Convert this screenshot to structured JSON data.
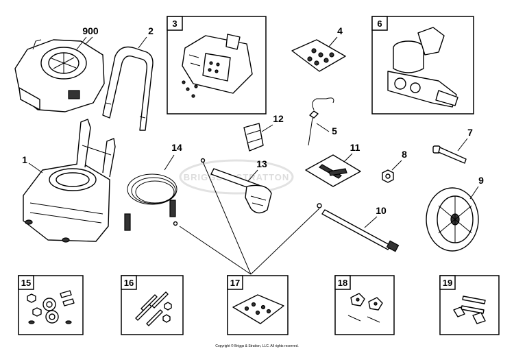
{
  "diagram": {
    "watermark": "BRIGGS & STRATTON",
    "copyright": "Copyright © Briggs & Stratton, LLC. All rights reserved.",
    "callouts": {
      "c900": "900",
      "c1": "1",
      "c2": "2",
      "c4": "4",
      "c5": "5",
      "c7": "7",
      "c8": "8",
      "c9": "9",
      "c10": "10",
      "c11": "11",
      "c12": "12",
      "c13": "13",
      "c14": "14"
    },
    "kit_boxes": {
      "b3": "3",
      "b6": "6",
      "b15": "15",
      "b16": "16",
      "b17": "17",
      "b18": "18",
      "b19": "19"
    }
  }
}
